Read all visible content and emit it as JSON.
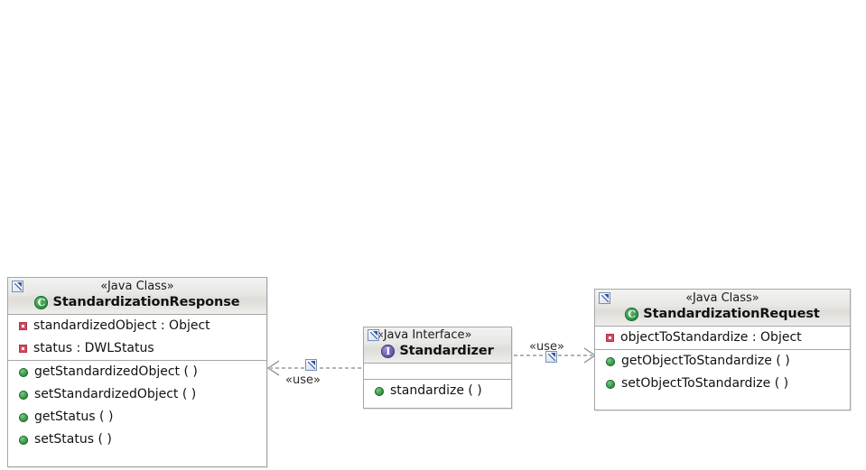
{
  "diagram": {
    "type": "uml-class-diagram",
    "background": "#ffffff",
    "border_color": "#a6a6a6"
  },
  "classes": [
    {
      "id": "standardization-response",
      "stereotype": "«Java Class»",
      "name": "StandardizationResponse",
      "kind": "class",
      "kind_icon": "green-class-icon",
      "header_badge_icon": "restore-badge-icon",
      "attributes": [
        {
          "label": "standardizedObject : Object",
          "visibility": "private",
          "marker_icon": "private-square-icon"
        },
        {
          "label": "status : DWLStatus",
          "visibility": "private",
          "marker_icon": "private-square-icon"
        }
      ],
      "operations": [
        {
          "label": "getStandardizedObject ( )",
          "visibility": "public",
          "marker_icon": "public-circle-icon"
        },
        {
          "label": "setStandardizedObject ( )",
          "visibility": "public",
          "marker_icon": "public-circle-icon"
        },
        {
          "label": "getStatus ( )",
          "visibility": "public",
          "marker_icon": "public-circle-icon"
        },
        {
          "label": "setStatus ( )",
          "visibility": "public",
          "marker_icon": "public-circle-icon"
        }
      ]
    },
    {
      "id": "standardizer",
      "stereotype": "«Java Interface»",
      "name": "Standardizer",
      "kind": "interface",
      "kind_icon": "purple-interface-icon",
      "header_badge_icon": "restore-badge-icon",
      "attributes": [],
      "operations": [
        {
          "label": "standardize ( )",
          "visibility": "public",
          "marker_icon": "public-circle-icon"
        }
      ]
    },
    {
      "id": "standardization-request",
      "stereotype": "«Java Class»",
      "name": "StandardizationRequest",
      "kind": "class",
      "kind_icon": "green-class-icon",
      "header_badge_icon": "restore-badge-icon",
      "attributes": [
        {
          "label": "objectToStandardize : Object",
          "visibility": "private",
          "marker_icon": "private-square-icon"
        }
      ],
      "operations": [
        {
          "label": "getObjectToStandardize ( )",
          "visibility": "public",
          "marker_icon": "public-circle-icon"
        },
        {
          "label": "setObjectToStandardize ( )",
          "visibility": "public",
          "marker_icon": "public-circle-icon"
        }
      ]
    }
  ],
  "relationships": [
    {
      "id": "use-left",
      "label": "«use»",
      "kind": "dependency",
      "style": "dashed",
      "from": "standardizer",
      "to": "standardization-response",
      "badge_icon": "link-badge-icon"
    },
    {
      "id": "use-right",
      "label": "«use»",
      "kind": "dependency",
      "style": "dashed",
      "from": "standardizer",
      "to": "standardization-request",
      "badge_icon": "link-badge-icon"
    }
  ]
}
